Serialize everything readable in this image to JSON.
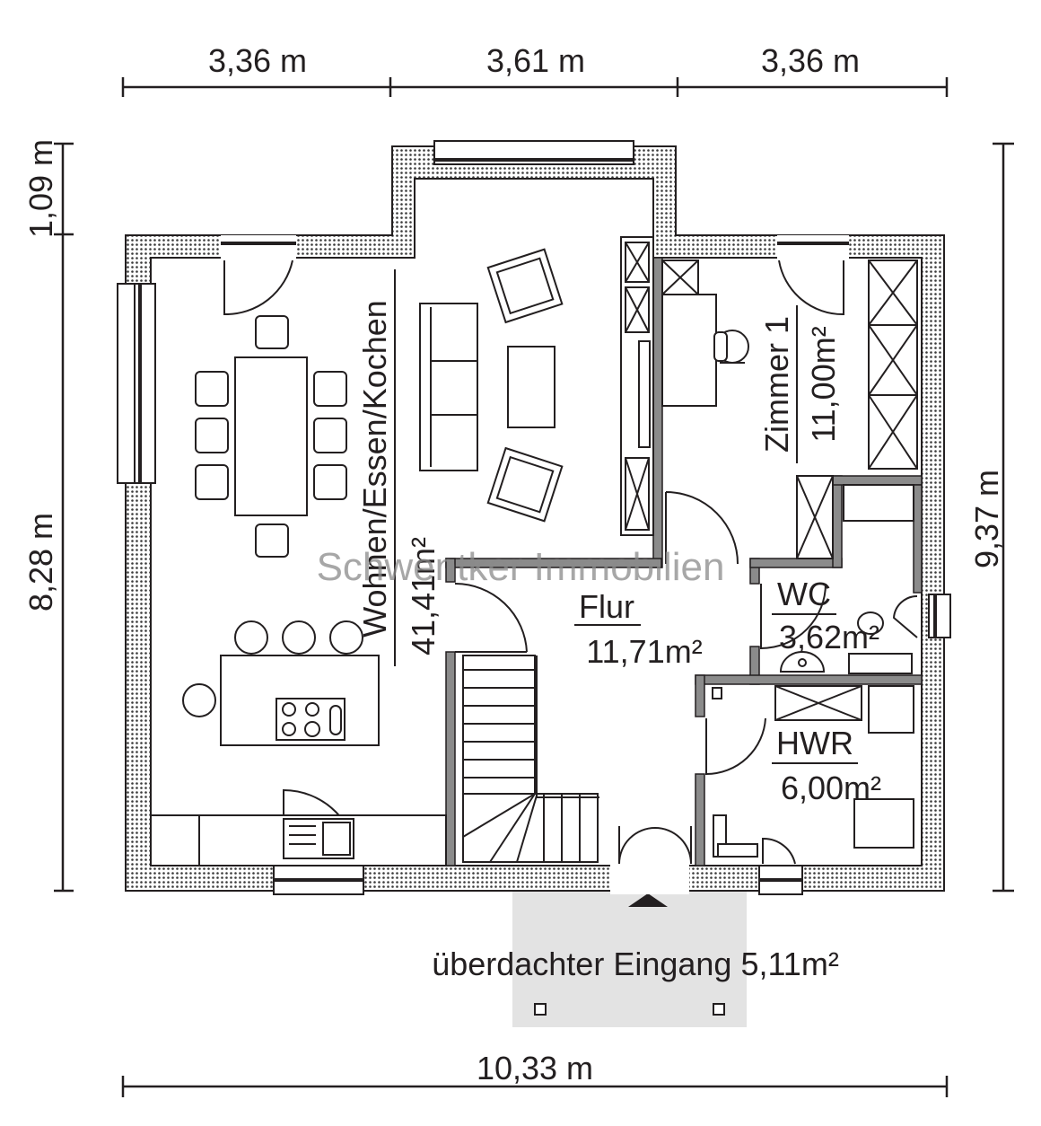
{
  "dimensions": {
    "top": [
      "3,36 m",
      "3,61 m",
      "3,36 m"
    ],
    "left_top": "1,09 m",
    "left_main": "8,28 m",
    "right": "9,37 m",
    "bottom": "10,33 m"
  },
  "rooms": {
    "wohnen": {
      "name": "Wohnen/Essen/Kochen",
      "area": "41,41m²"
    },
    "zimmer1": {
      "name": "Zimmer 1",
      "area": "11,00m²"
    },
    "flur": {
      "name": "Flur",
      "area": "11,71m²"
    },
    "wc": {
      "name": "WC",
      "area": "3,62m²"
    },
    "hwr": {
      "name": "HWR",
      "area": "6,00m²"
    }
  },
  "entrance": {
    "label": "überdachter Eingang 5,11m²"
  },
  "watermark": "Schwentker Immobilien"
}
